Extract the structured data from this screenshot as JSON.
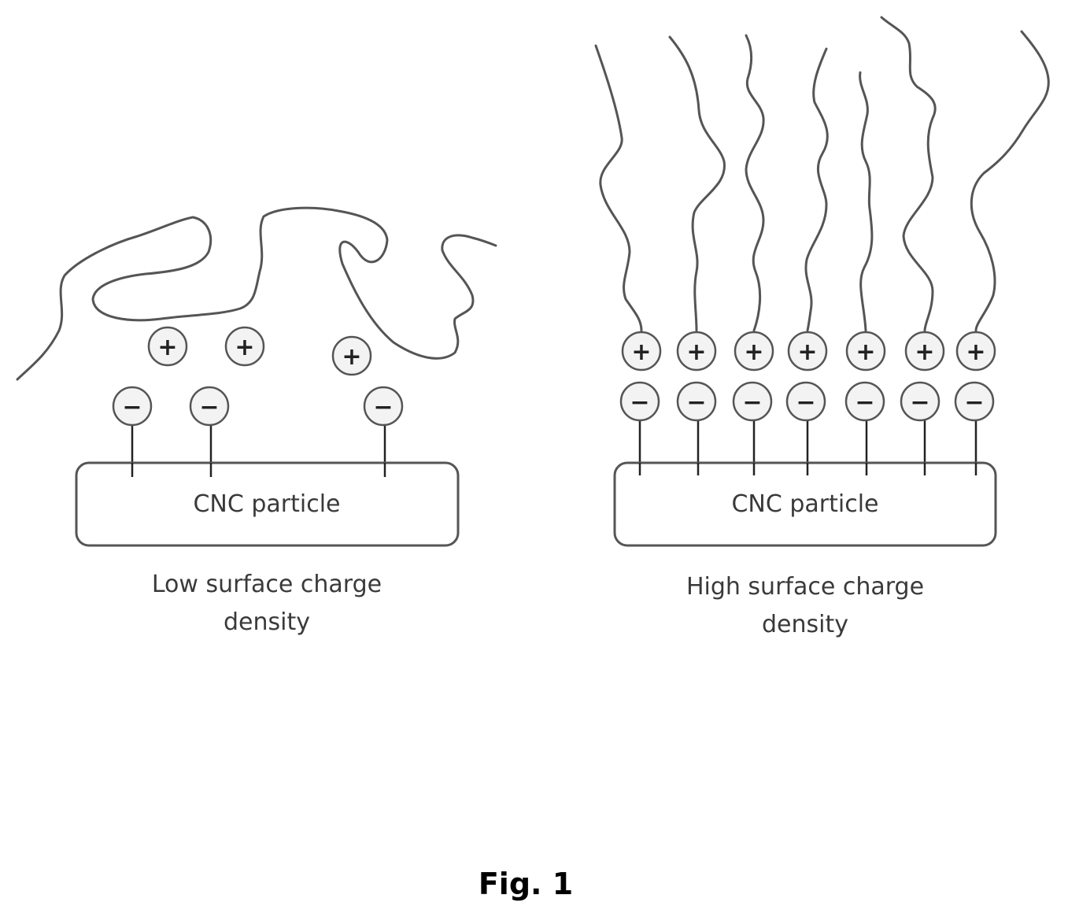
{
  "panels": [
    {
      "name": "low",
      "particle_label": "CNC particle",
      "caption_lines": [
        "Low surface charge",
        "density"
      ]
    },
    {
      "name": "high",
      "particle_label": "CNC particle",
      "caption_lines": [
        "High surface charge",
        "density"
      ]
    }
  ],
  "symbols": {
    "plus": "+",
    "minus": "−"
  },
  "figure_label": "Fig. 1"
}
